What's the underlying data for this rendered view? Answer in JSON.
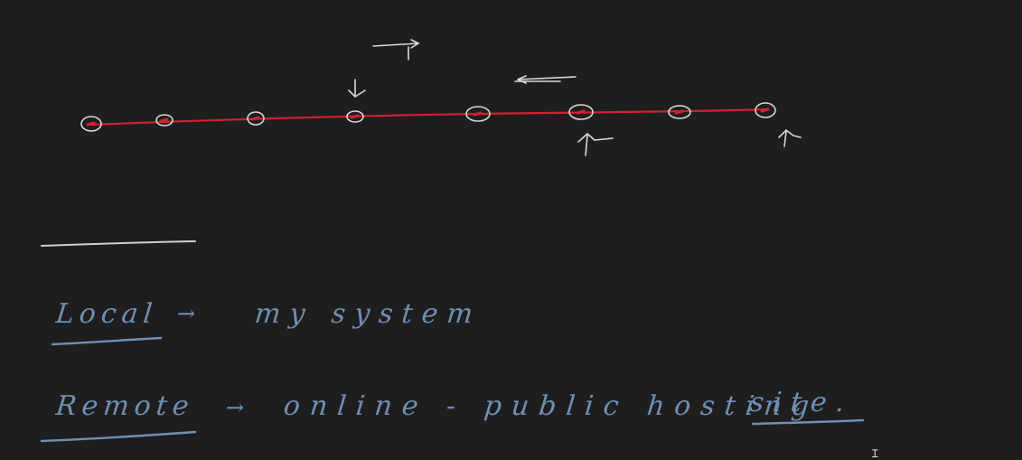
{
  "board": {
    "background": "#1e1e1e",
    "ink_white": "#d9d9d9",
    "ink_red": "#d4202f",
    "ink_blue": "#6f8fb3"
  },
  "commit_line": {
    "node_count": 8
  },
  "notes": {
    "local": {
      "term": "Local",
      "arrow": "→",
      "definition": "my system"
    },
    "remote": {
      "term": "Remote",
      "arrow": "→",
      "definition": "online - public hosting",
      "definition_end": "site."
    }
  },
  "cursor": {
    "icon": "text-cursor-icon"
  }
}
